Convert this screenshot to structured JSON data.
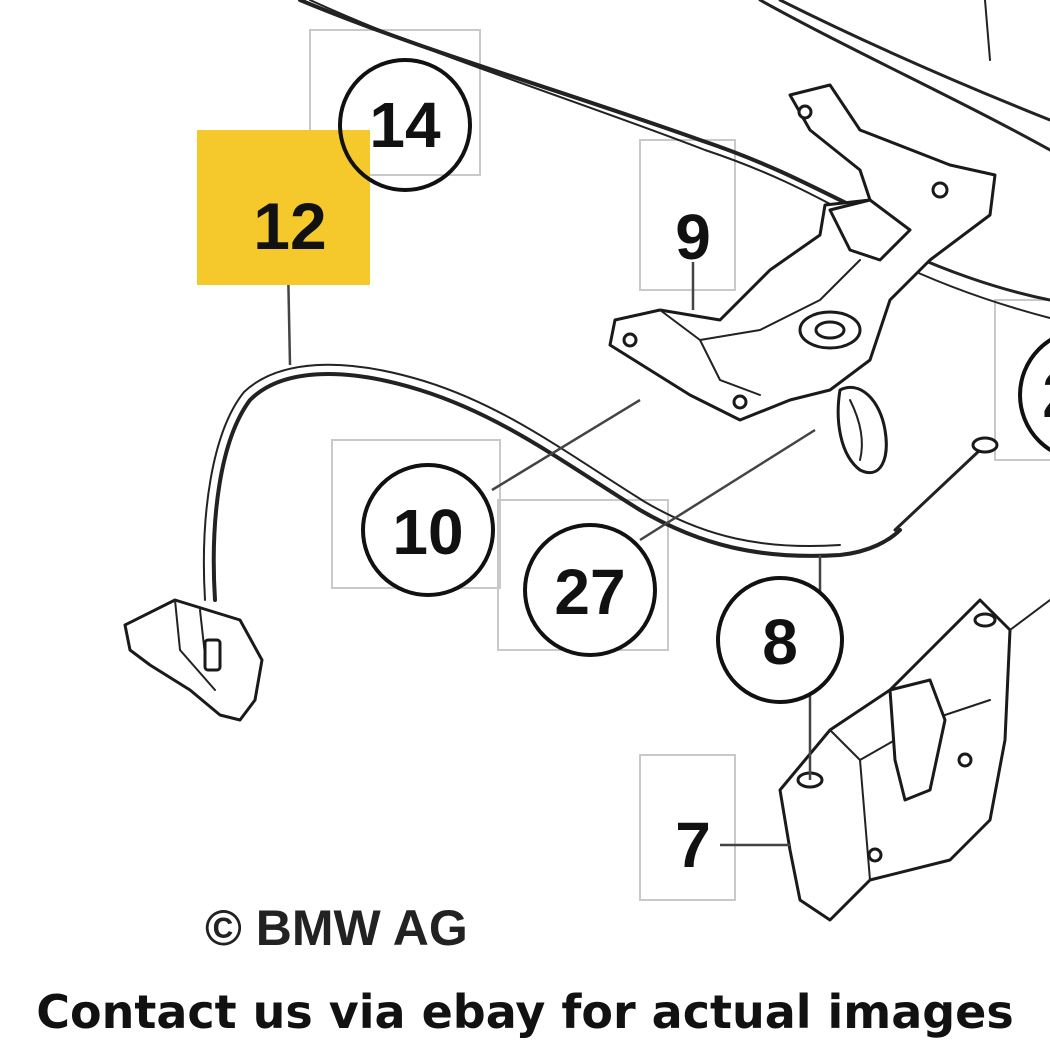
{
  "callouts": {
    "c14": "14",
    "c12": "12",
    "c9": "9",
    "c10": "10",
    "c27": "27",
    "c8": "8",
    "c7": "7",
    "c2": "2"
  },
  "copyright": "© BMW AG",
  "footer": "Contact us via ebay for actual images",
  "colors": {
    "highlight": "#f5c92b",
    "line": "#222222"
  }
}
